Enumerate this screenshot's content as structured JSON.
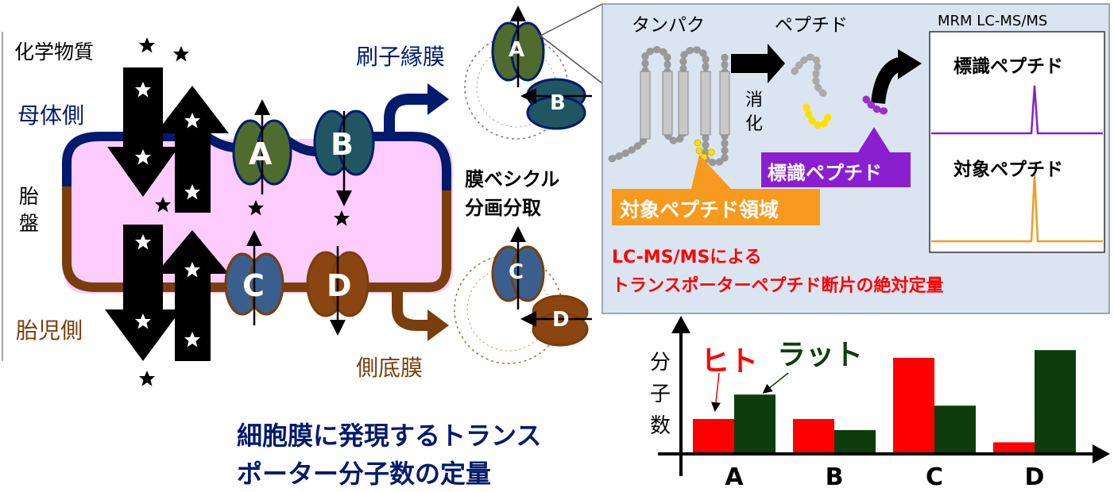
{
  "diagram": {
    "chemical_label": "化学物質",
    "maternal_side": "母体側",
    "placenta_label": [
      "胎",
      "盤"
    ],
    "fetal_side": "胎児側",
    "brush_border": "刷子縁膜",
    "basolateral": "側底膜",
    "vesicle_label": [
      "膜ベシクル",
      "分画分取"
    ],
    "transporters": [
      "A",
      "B",
      "C",
      "D"
    ]
  },
  "inset": {
    "protein": "タンパク",
    "peptide": "ペプチド",
    "digestion": [
      "消",
      "化"
    ],
    "target_region": "対象ペプチド領域",
    "labeled_peptide_box": "標識ペプチド",
    "method_lines": [
      "LC-MS/MSによる",
      "トランスポーターペプチド断片の絶対定量"
    ],
    "mrm_title": "MRM LC-MS/MS",
    "trace1_label": "標識ペプチド",
    "trace2_label": "対象ペプチド"
  },
  "colors": {
    "maternal": "#001a6e",
    "fetal": "#7a3e0c",
    "placenta_fill": "#ffccff",
    "A": "#4f6b2e",
    "B": "#1f5661",
    "C": "#3a5f8e",
    "D": "#8a4510",
    "human": "#ff0000",
    "rat": "#0d3d0d",
    "target_box": "#f79a1f",
    "label_box": "#8a1fd0"
  },
  "caption": [
    "細胞膜に発現するトランス",
    "ポーター分子数の定量"
  ],
  "chart_data": {
    "type": "bar",
    "categories": [
      "A",
      "B",
      "C",
      "D"
    ],
    "series": [
      {
        "name": "ヒト",
        "values": [
          0.3,
          0.3,
          0.85,
          0.09
        ]
      },
      {
        "name": "ラット",
        "values": [
          0.52,
          0.2,
          0.42,
          0.92
        ]
      }
    ],
    "ylabel": [
      "分",
      "子",
      "数"
    ],
    "ylim": [
      0,
      1
    ],
    "legend_placement": "top-left",
    "grid": false
  }
}
